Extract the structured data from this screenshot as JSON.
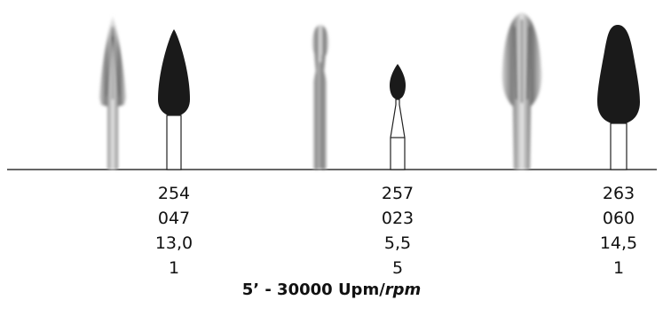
{
  "products": [
    {
      "number": "254",
      "iso_code": "047",
      "size": "13,0",
      "quantity": "1"
    },
    {
      "number": "257",
      "iso_code": "023",
      "size": "5,5",
      "quantity": "5"
    },
    {
      "number": "263",
      "iso_code": "060",
      "size": "14,5",
      "quantity": "1"
    }
  ],
  "speed": {
    "label": "5’ - 30000 Upm/",
    "unit": "rpm"
  }
}
